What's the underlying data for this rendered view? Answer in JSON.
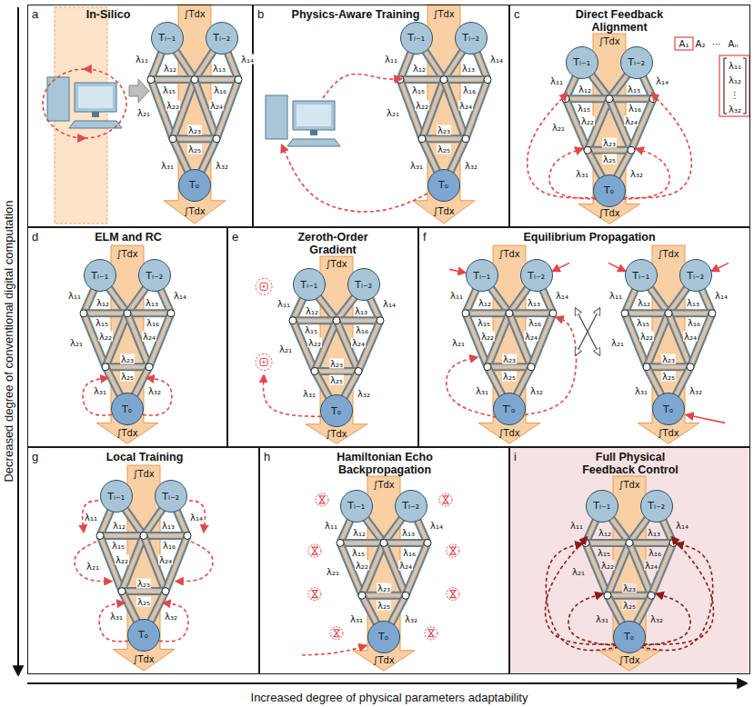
{
  "diagram": {
    "nodes": [
      {
        "text": [
          "a",
          "In-Silico"
        ]
      },
      {
        "text": [
          "Tᵢ₋₁"
        ],
        "in": 0
      },
      {
        "text": [
          "Tᵢ₋₂"
        ],
        "in": 0
      },
      {
        "text": [
          "Tₒ"
        ],
        "in": 0
      },
      {
        "text": [
          "b",
          "Physics-Aware Training"
        ]
      },
      {
        "text": [
          "Tᵢ₋₁"
        ],
        "in": 4
      },
      {
        "text": [
          "Tᵢ₋₂"
        ],
        "in": 4
      },
      {
        "text": [
          "Tₒ"
        ],
        "in": 4
      },
      {
        "text": [
          "c",
          "Direct Feedback Alignment"
        ]
      },
      {
        "text": [
          "Tᵢ₋₁"
        ],
        "in": 8
      },
      {
        "text": [
          "Tᵢ₋₂"
        ],
        "in": 8
      },
      {
        "text": [
          "Tₒ"
        ],
        "in": 8
      },
      {
        "text": [
          "d",
          "ELM and RC"
        ]
      },
      {
        "text": [
          "Tᵢ₋₁"
        ],
        "in": 12
      },
      {
        "text": [
          "Tᵢ₋₂"
        ],
        "in": 12
      },
      {
        "text": [
          "Tₒ"
        ],
        "in": 12
      },
      {
        "text": [
          "e",
          "Zeroth-Order Gradient"
        ]
      },
      {
        "text": [
          "Tᵢ₋₁"
        ],
        "in": 16
      },
      {
        "text": [
          "Tᵢ₋₂"
        ],
        "in": 16
      },
      {
        "text": [
          "Tₒ"
        ],
        "in": 16
      },
      {
        "text": [
          "f",
          "Equilibrium Propagation"
        ]
      },
      {
        "text": [
          "Tᵢ₋₁"
        ],
        "in": 20
      },
      {
        "text": [
          "Tᵢ₋₂"
        ],
        "in": 20
      },
      {
        "text": [
          "T′ₒ"
        ],
        "in": 20
      },
      {
        "text": [
          "Tᵢ₋₁"
        ],
        "in": 20
      },
      {
        "text": [
          "Tᵢ₋₂"
        ],
        "in": 20
      },
      {
        "text": [
          "Tₒ"
        ],
        "in": 20
      },
      {
        "text": [
          "g",
          "Local Training"
        ]
      },
      {
        "text": [
          "Tᵢ₋₁"
        ],
        "in": 27
      },
      {
        "text": [
          "Tᵢ₋₂"
        ],
        "in": 27
      },
      {
        "text": [
          "Tₒ"
        ],
        "in": 27
      },
      {
        "text": [
          "h",
          "Hamiltonian Echo Backpropagation"
        ]
      },
      {
        "text": [
          "Tᵢ₋₁"
        ],
        "in": 31
      },
      {
        "text": [
          "Tᵢ₋₂"
        ],
        "in": 31
      },
      {
        "text": [
          "Tₒ"
        ],
        "in": 31
      },
      {
        "text": [
          "i",
          "Full Physical Feedback Control"
        ]
      },
      {
        "text": [
          "Tᵢ₋₁"
        ],
        "in": 35
      },
      {
        "text": [
          "Tᵢ₋₂"
        ],
        "in": 35
      },
      {
        "text": [
          "Tₒ"
        ],
        "in": 35
      }
    ],
    "labels": [
      "Decreased degree of conventional digital computation",
      "Increased degree of physical parameters adaptability",
      "∫Tdx",
      "λ₁₁",
      "λ₁₂",
      "λ₁₃",
      "λ₁₄",
      "λ₁₅",
      "λ₁₆",
      "λ₂₁",
      "λ₂₂",
      "λ₂₃",
      "λ₂₄",
      "λ₂₅",
      "λ₃₁",
      "λ₃₂",
      "∫Tdx",
      "∫Tdx",
      "λ₁₁",
      "λ₁₂",
      "λ₁₃",
      "λ₁₄",
      "λ₁₅",
      "λ₁₆",
      "λ₂₁",
      "λ₂₂",
      "λ₂₃",
      "λ₂₄",
      "λ₂₅",
      "λ₃₁",
      "λ₃₂",
      "∫Tdx",
      "∫Tdx",
      "λ₁₁",
      "λ₁₂",
      "λ₁₃",
      "λ₁₄",
      "λ₁₅",
      "λ₁₆",
      "λ₂₁",
      "λ₂₂",
      "λ₂₃",
      "λ₂₄",
      "λ₂₅",
      "λ₃₁",
      "λ₃₂",
      "∫Tdx",
      "A₁",
      "A₂",
      "⋯",
      "Aₙ",
      "λ₁₁",
      "λ₁₂",
      "⋮",
      "λ₃₂",
      "∫Tdx",
      "λ₁₁",
      "λ₁₂",
      "λ₁₃",
      "λ₁₄",
      "λ₁₅",
      "λ₁₆",
      "λ₂₁",
      "λ₂₂",
      "λ₂₃",
      "λ₂₄",
      "λ₂₅",
      "λ₃₁",
      "λ₃₂",
      "∫Tdx",
      "∫Tdx",
      "λ₁₁",
      "λ₁₂",
      "λ₁₃",
      "λ₁₄",
      "λ₁₅",
      "λ₁₆",
      "λ₂₁",
      "λ₂₂",
      "λ₂₃",
      "λ₂₄",
      "λ₂₅",
      "λ₃₁",
      "λ₃₂",
      "∫Tdx",
      "∫Tdx",
      "λ₁₁",
      "λ₁₂",
      "λ₁₃",
      "λ₁₄",
      "λ₁₅",
      "λ₁₆",
      "λ₂₁",
      "λ₂₂",
      "λ₂₃",
      "λ₂₄",
      "λ₂₅",
      "λ₃₁",
      "λ₃₂",
      "∫Tdx",
      "∫Tdx",
      "λ₁₁",
      "λ₁₂",
      "λ₁₃",
      "λ₁₄",
      "λ₁₅",
      "λ₁₆",
      "λ₂₁",
      "λ₂₂",
      "λ₂₃",
      "λ₂₄",
      "λ₂₅",
      "λ₃₁",
      "λ₃₂",
      "∫Tdx",
      "∫Tdx",
      "λ₁₁",
      "λ₁₂",
      "λ₁₃",
      "λ₁₄",
      "λ₁₅",
      "λ₁₆",
      "λ₂₁",
      "λ₂₂",
      "λ₂₃",
      "λ₂₄",
      "λ₂₅",
      "λ₃₁",
      "λ₃₂",
      "∫Tdx",
      "∫Tdx",
      "λ₁₁",
      "λ₁₂",
      "λ₁₃",
      "λ₁₄",
      "λ₁₅",
      "λ₁₆",
      "λ₂₁",
      "λ₂₂",
      "λ₂₃",
      "λ₂₄",
      "λ₂₅",
      "λ₃₁",
      "λ₃₂",
      "∫Tdx",
      "∫Tdx",
      "λ₁₁",
      "λ₁₂",
      "λ₁₃",
      "λ₁₄",
      "λ₁₅",
      "λ₁₆",
      "λ₂₁",
      "λ₂₂",
      "λ₂₃",
      "λ₂₄",
      "λ₂₅",
      "λ₃₁",
      "λ₃₂",
      "∫Tdx"
    ]
  }
}
